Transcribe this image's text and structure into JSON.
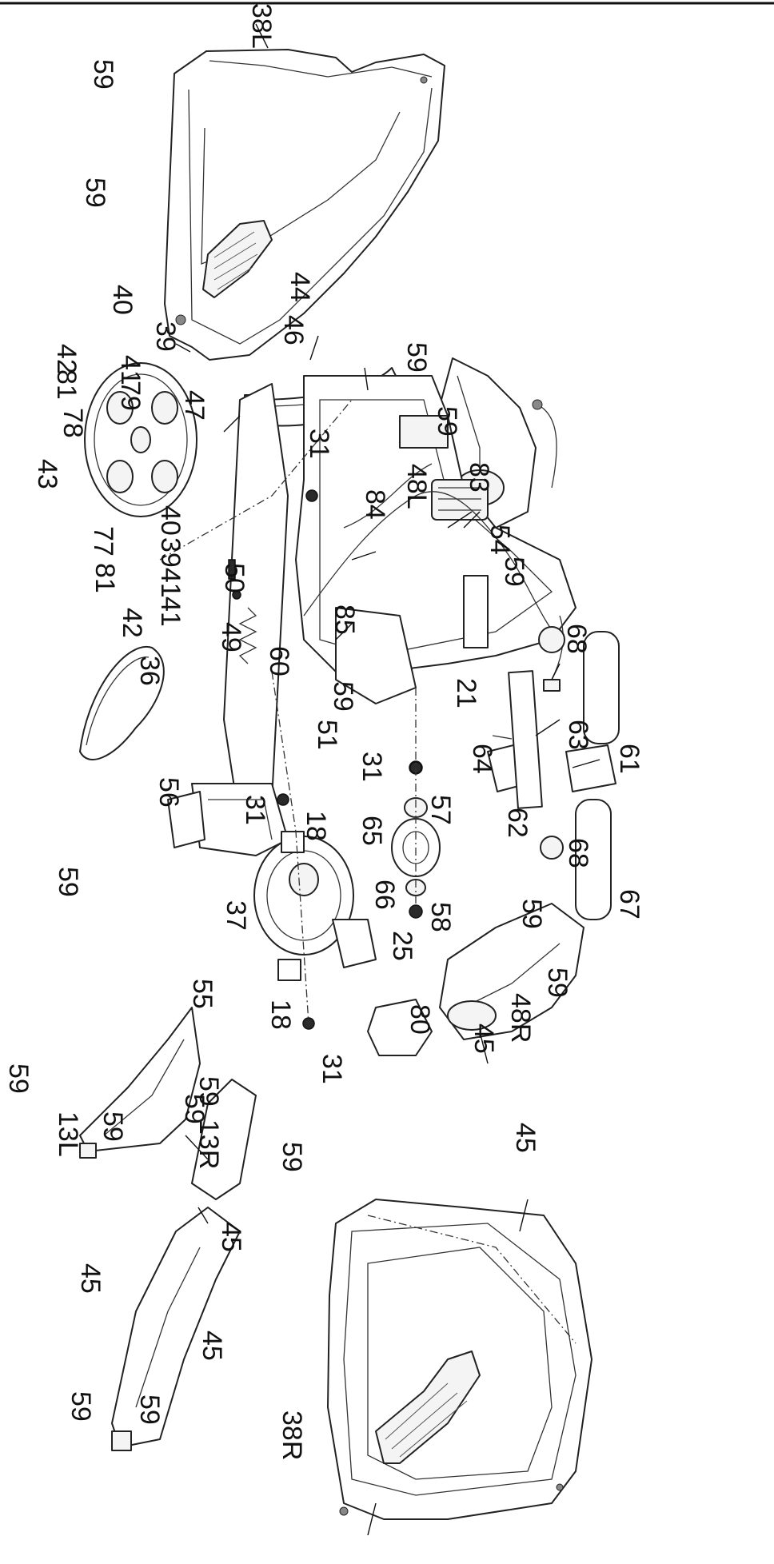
{
  "callouts": [
    {
      "id": "c38L",
      "text": "38L"
    },
    {
      "id": "c59a",
      "text": "59"
    },
    {
      "id": "c59b",
      "text": "59"
    },
    {
      "id": "c40a",
      "text": "40"
    },
    {
      "id": "c44",
      "text": "44"
    },
    {
      "id": "c39a",
      "text": "39"
    },
    {
      "id": "c46",
      "text": "46"
    },
    {
      "id": "c59c",
      "text": "59"
    },
    {
      "id": "c42a",
      "text": "42"
    },
    {
      "id": "c41a",
      "text": "41"
    },
    {
      "id": "c81a",
      "text": "81"
    },
    {
      "id": "c79",
      "text": "79"
    },
    {
      "id": "c47",
      "text": "47"
    },
    {
      "id": "c59d",
      "text": "59"
    },
    {
      "id": "c78",
      "text": "78"
    },
    {
      "id": "c31a",
      "text": "31"
    },
    {
      "id": "c83",
      "text": "83"
    },
    {
      "id": "c48L",
      "text": "48L"
    },
    {
      "id": "c43",
      "text": "43"
    },
    {
      "id": "c84",
      "text": "84"
    },
    {
      "id": "c77",
      "text": "77"
    },
    {
      "id": "c40b",
      "text": "40"
    },
    {
      "id": "c3941",
      "text": "3941"
    },
    {
      "id": "c54",
      "text": "54"
    },
    {
      "id": "c59e",
      "text": "59"
    },
    {
      "id": "c81b",
      "text": "81"
    },
    {
      "id": "c41b",
      "text": "41"
    },
    {
      "id": "c50",
      "text": "50"
    },
    {
      "id": "c42b",
      "text": "42"
    },
    {
      "id": "c49",
      "text": "49"
    },
    {
      "id": "c85",
      "text": "85"
    },
    {
      "id": "c68a",
      "text": "68"
    },
    {
      "id": "c60",
      "text": "60"
    },
    {
      "id": "c36",
      "text": "36"
    },
    {
      "id": "c59f",
      "text": "59"
    },
    {
      "id": "c21",
      "text": "21"
    },
    {
      "id": "c51",
      "text": "51"
    },
    {
      "id": "c63",
      "text": "63"
    },
    {
      "id": "c61",
      "text": "61"
    },
    {
      "id": "c64",
      "text": "64"
    },
    {
      "id": "c31b",
      "text": "31"
    },
    {
      "id": "c56",
      "text": "56"
    },
    {
      "id": "c57",
      "text": "57"
    },
    {
      "id": "c31c",
      "text": "31"
    },
    {
      "id": "c18a",
      "text": "18"
    },
    {
      "id": "c65",
      "text": "65"
    },
    {
      "id": "c62",
      "text": "62"
    },
    {
      "id": "c67",
      "text": "67"
    },
    {
      "id": "c68b",
      "text": "68"
    },
    {
      "id": "c66",
      "text": "66"
    },
    {
      "id": "c59g",
      "text": "59"
    },
    {
      "id": "c37",
      "text": "37"
    },
    {
      "id": "c58",
      "text": "58"
    },
    {
      "id": "c59h",
      "text": "59"
    },
    {
      "id": "c25",
      "text": "25"
    },
    {
      "id": "c59i",
      "text": "59"
    },
    {
      "id": "c55",
      "text": "55"
    },
    {
      "id": "c18b",
      "text": "18"
    },
    {
      "id": "c80",
      "text": "80"
    },
    {
      "id": "c48R",
      "text": "48R"
    },
    {
      "id": "c45a",
      "text": "45"
    },
    {
      "id": "c31d",
      "text": "31"
    },
    {
      "id": "c59j",
      "text": "59"
    },
    {
      "id": "c59k",
      "text": "59"
    },
    {
      "id": "c13L",
      "text": "13L"
    },
    {
      "id": "c59l",
      "text": "59"
    },
    {
      "id": "c13R",
      "text": "13R"
    },
    {
      "id": "c59m",
      "text": "59"
    },
    {
      "id": "c45b",
      "text": "45"
    },
    {
      "id": "c45c",
      "text": "45"
    },
    {
      "id": "c45d",
      "text": "45"
    },
    {
      "id": "c45e",
      "text": "45"
    },
    {
      "id": "c59n",
      "text": "59"
    },
    {
      "id": "c59o",
      "text": "59"
    },
    {
      "id": "c59p",
      "text": "59"
    },
    {
      "id": "c38R",
      "text": "38R"
    }
  ]
}
